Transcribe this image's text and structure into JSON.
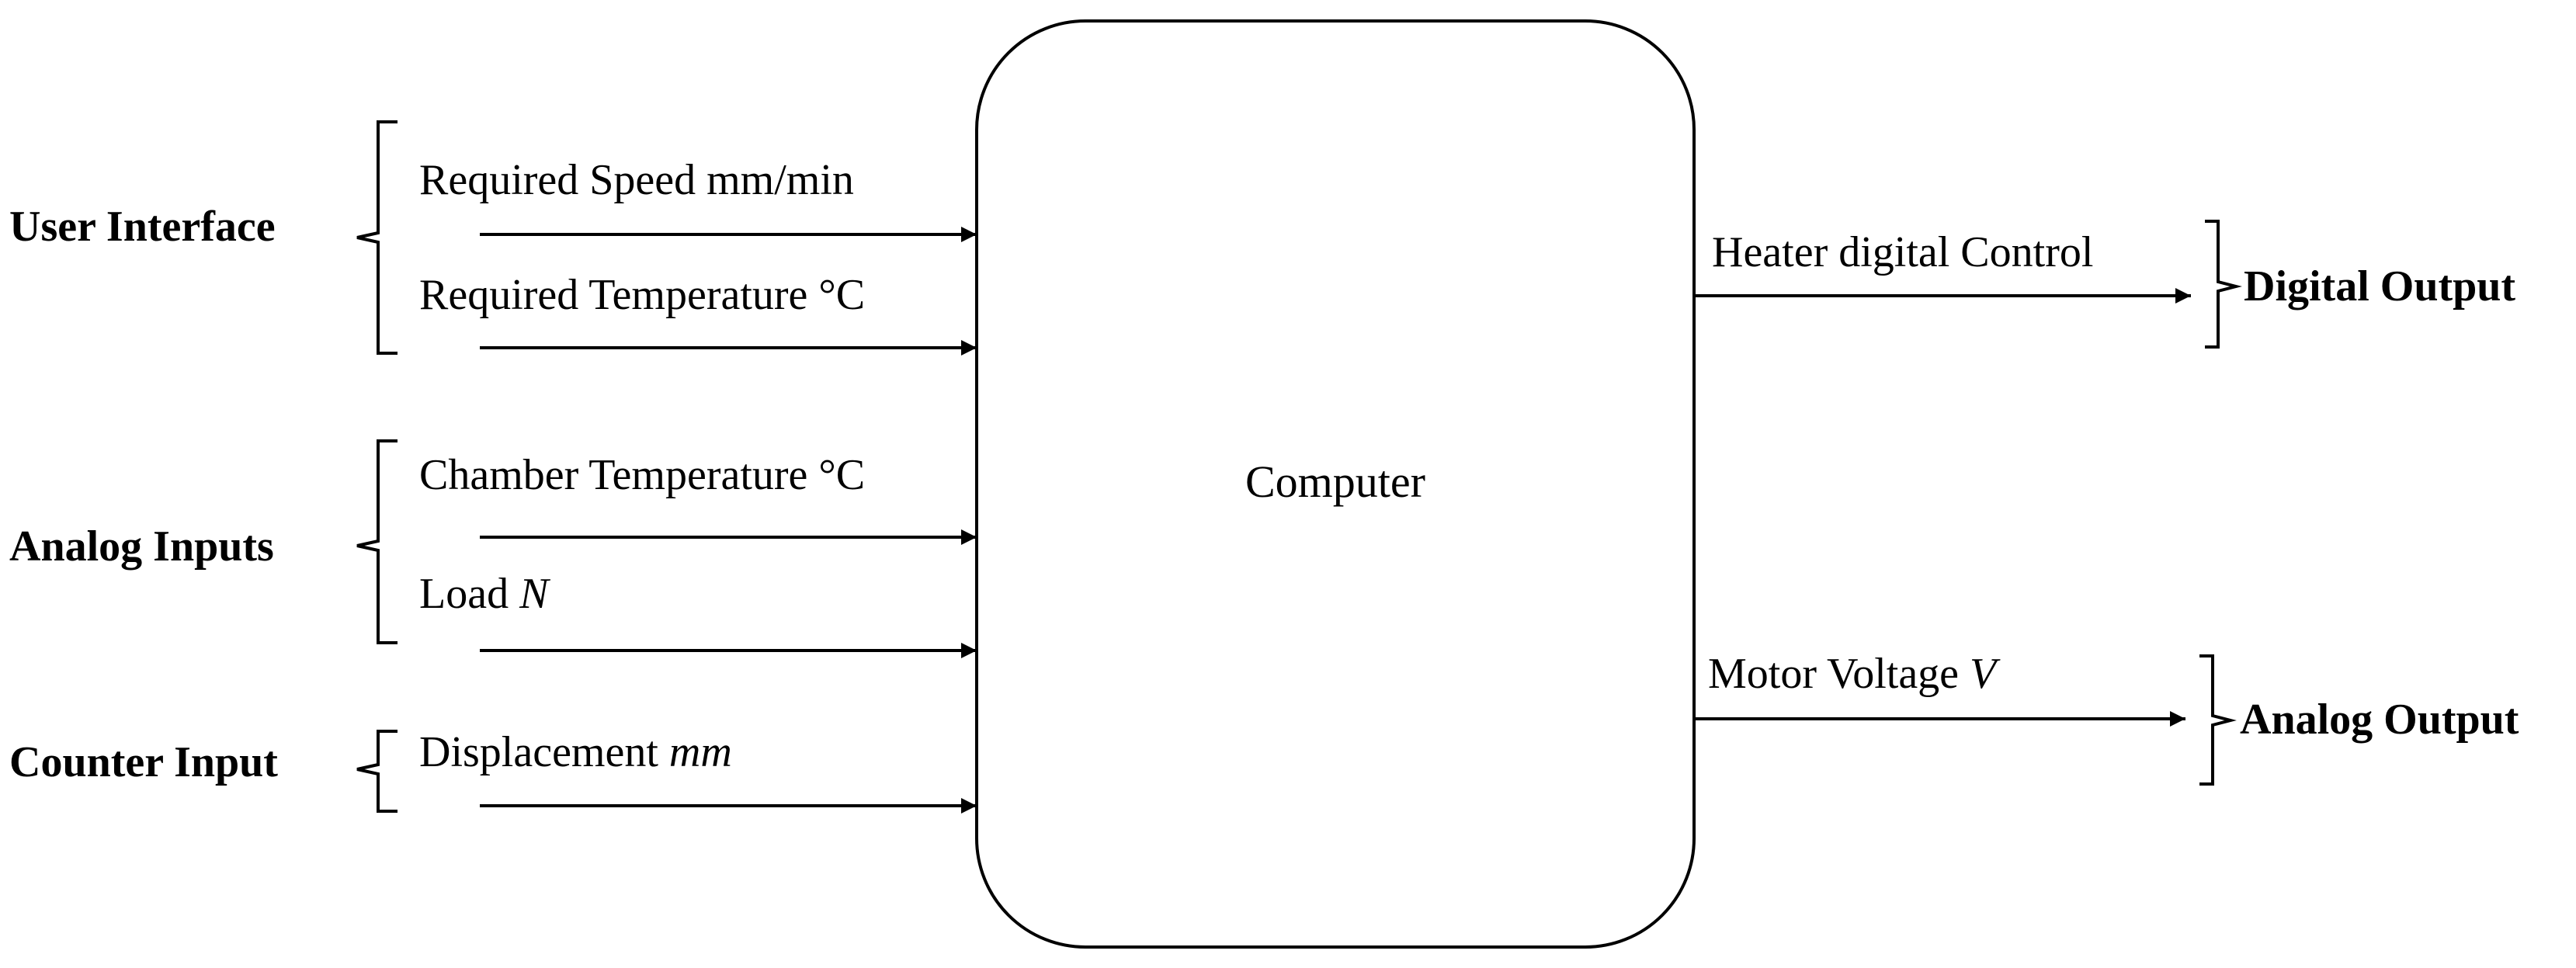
{
  "computer": {
    "label": "Computer"
  },
  "groups": {
    "user_interface": "User Interface",
    "analog_inputs": "Analog Inputs",
    "counter_input": "Counter Input",
    "digital_output": "Digital Output",
    "analog_output": "Analog Output"
  },
  "signals": {
    "required_speed": {
      "text": "Required Speed mm/min",
      "unit": ""
    },
    "required_temperature": {
      "text": "Required Temperature °C",
      "unit": ""
    },
    "chamber_temperature": {
      "text": "Chamber Temperature °C",
      "unit": ""
    },
    "load": {
      "text": "Load ",
      "unit": "N"
    },
    "displacement": {
      "text": "Displacement ",
      "unit": "mm"
    },
    "heater_control": {
      "text": "Heater digital Control",
      "unit": ""
    },
    "motor_voltage": {
      "text": "Motor Voltage ",
      "unit": "V"
    }
  }
}
